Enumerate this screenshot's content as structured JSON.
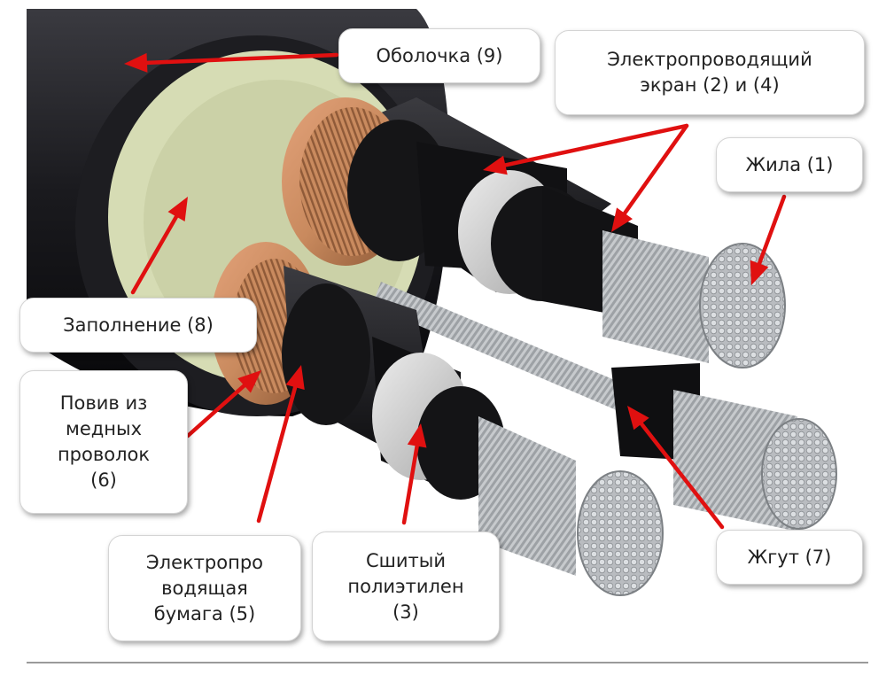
{
  "labels": {
    "sheath": "Оболочка (9)",
    "screen": "Электропроводящий\nэкран (2) и (4)",
    "core": "Жила (1)",
    "filling": "Заполнение (8)",
    "winding": "Повив из\nмедных\nпроволок\n(6)",
    "paper": "Электропро\nводящая\nбумага (5)",
    "xlpe": "Сшитый\nполиэтилен\n(3)",
    "bundle": "Жгут (7)"
  },
  "colors": {
    "sheath": "#1a1a1e",
    "filling": "#d6dcb4",
    "copper": "#c98a5e",
    "semicon": "#141416",
    "xlpe": "#c9c9c9",
    "aluminum": "#b9bcc0",
    "arrow": "#e01010"
  }
}
